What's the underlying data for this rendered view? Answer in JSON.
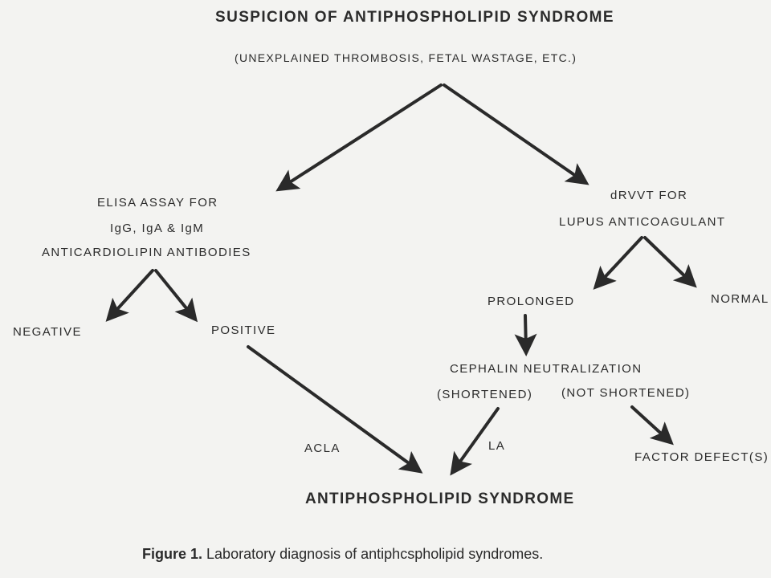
{
  "title": "SUSPICION OF ANTIPHOSPHOLIPID SYNDROME",
  "subtitle": "(UNEXPLAINED THROMBOSIS, FETAL WASTAGE, ETC.)",
  "left_branch": {
    "line1": "ELISA ASSAY FOR",
    "line2": "IgG, IgA & IgM",
    "line3": "ANTICARDIOLIPIN ANTIBODIES",
    "negative": "NEGATIVE",
    "positive": "POSITIVE",
    "edge_label": "ACLA"
  },
  "right_branch": {
    "line1": "dRVVT FOR",
    "line2": "LUPUS ANTICOAGULANT",
    "prolonged": "PROLONGED",
    "normal": "NORMAL",
    "cephalin": "CEPHALIN NEUTRALIZATION",
    "shortened": "(SHORTENED)",
    "not_shortened": "(NOT SHORTENED)",
    "factor_defect": "FACTOR DEFECT(S)",
    "edge_label": "LA"
  },
  "result": "ANTIPHOSPHOLIPID SYNDROME",
  "caption": {
    "label": "Figure 1.",
    "text": "Laboratory diagnosis of antiphcspholipid syndromes."
  },
  "colors": {
    "background": "#f3f3f1",
    "ink": "#2a2a2a"
  }
}
